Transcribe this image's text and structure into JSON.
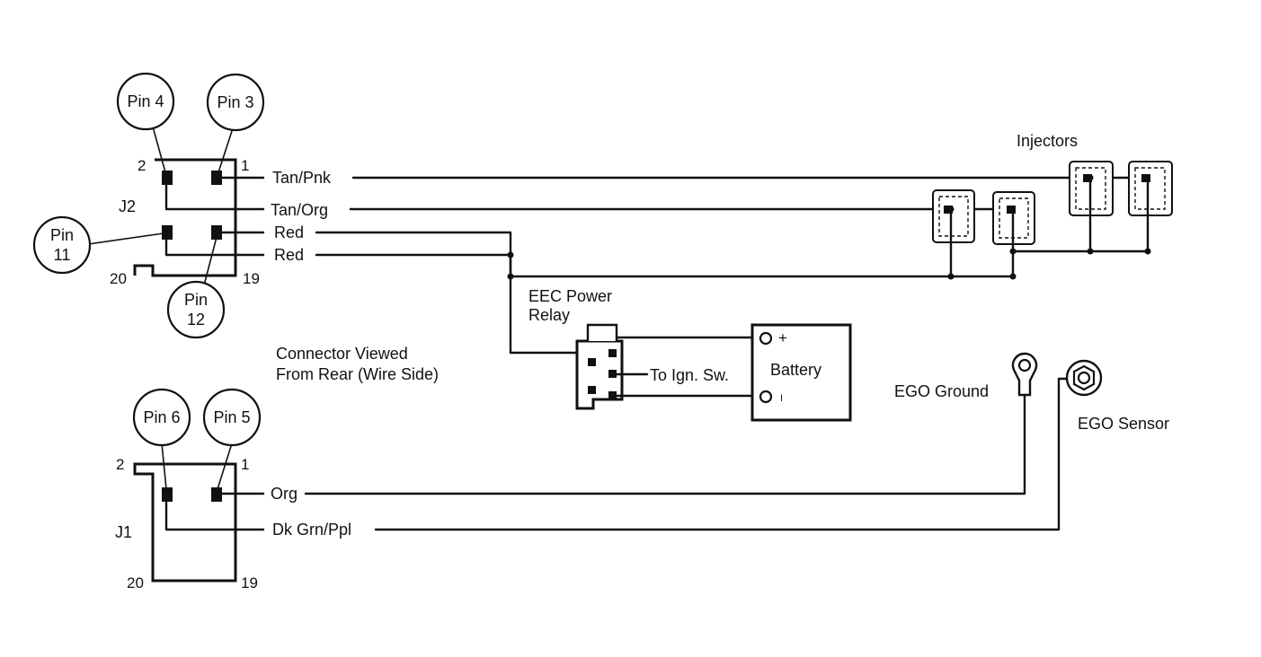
{
  "callouts": {
    "pin4": "Pin 4",
    "pin3": "Pin 3",
    "pin11_a": "Pin",
    "pin11_b": "11",
    "pin12_a": "Pin",
    "pin12_b": "12",
    "pin6": "Pin 6",
    "pin5": "Pin 5"
  },
  "j2": {
    "name": "J2",
    "corner_2": "2",
    "corner_1": "1",
    "corner_20": "20",
    "corner_19": "19"
  },
  "j1": {
    "name": "J1",
    "corner_2": "2",
    "corner_1": "1",
    "corner_20": "20",
    "corner_19": "19"
  },
  "wires": {
    "tan_pnk": "Tan/Pnk",
    "tan_org": "Tan/Org",
    "red_1": "Red",
    "red_2": "Red",
    "org": "Org",
    "dk_grn_ppl": "Dk Grn/Ppl"
  },
  "components": {
    "injectors": "Injectors",
    "relay_line1": "EEC Power",
    "relay_line2": "Relay",
    "to_ign_sw": "To Ign. Sw.",
    "battery": "Battery",
    "battery_plus": "+",
    "battery_minus": "I",
    "ego_ground": "EGO Ground",
    "ego_sensor": "EGO Sensor"
  },
  "notes": {
    "connector_line1": "Connector Viewed",
    "connector_line2": "From Rear (Wire Side)"
  }
}
